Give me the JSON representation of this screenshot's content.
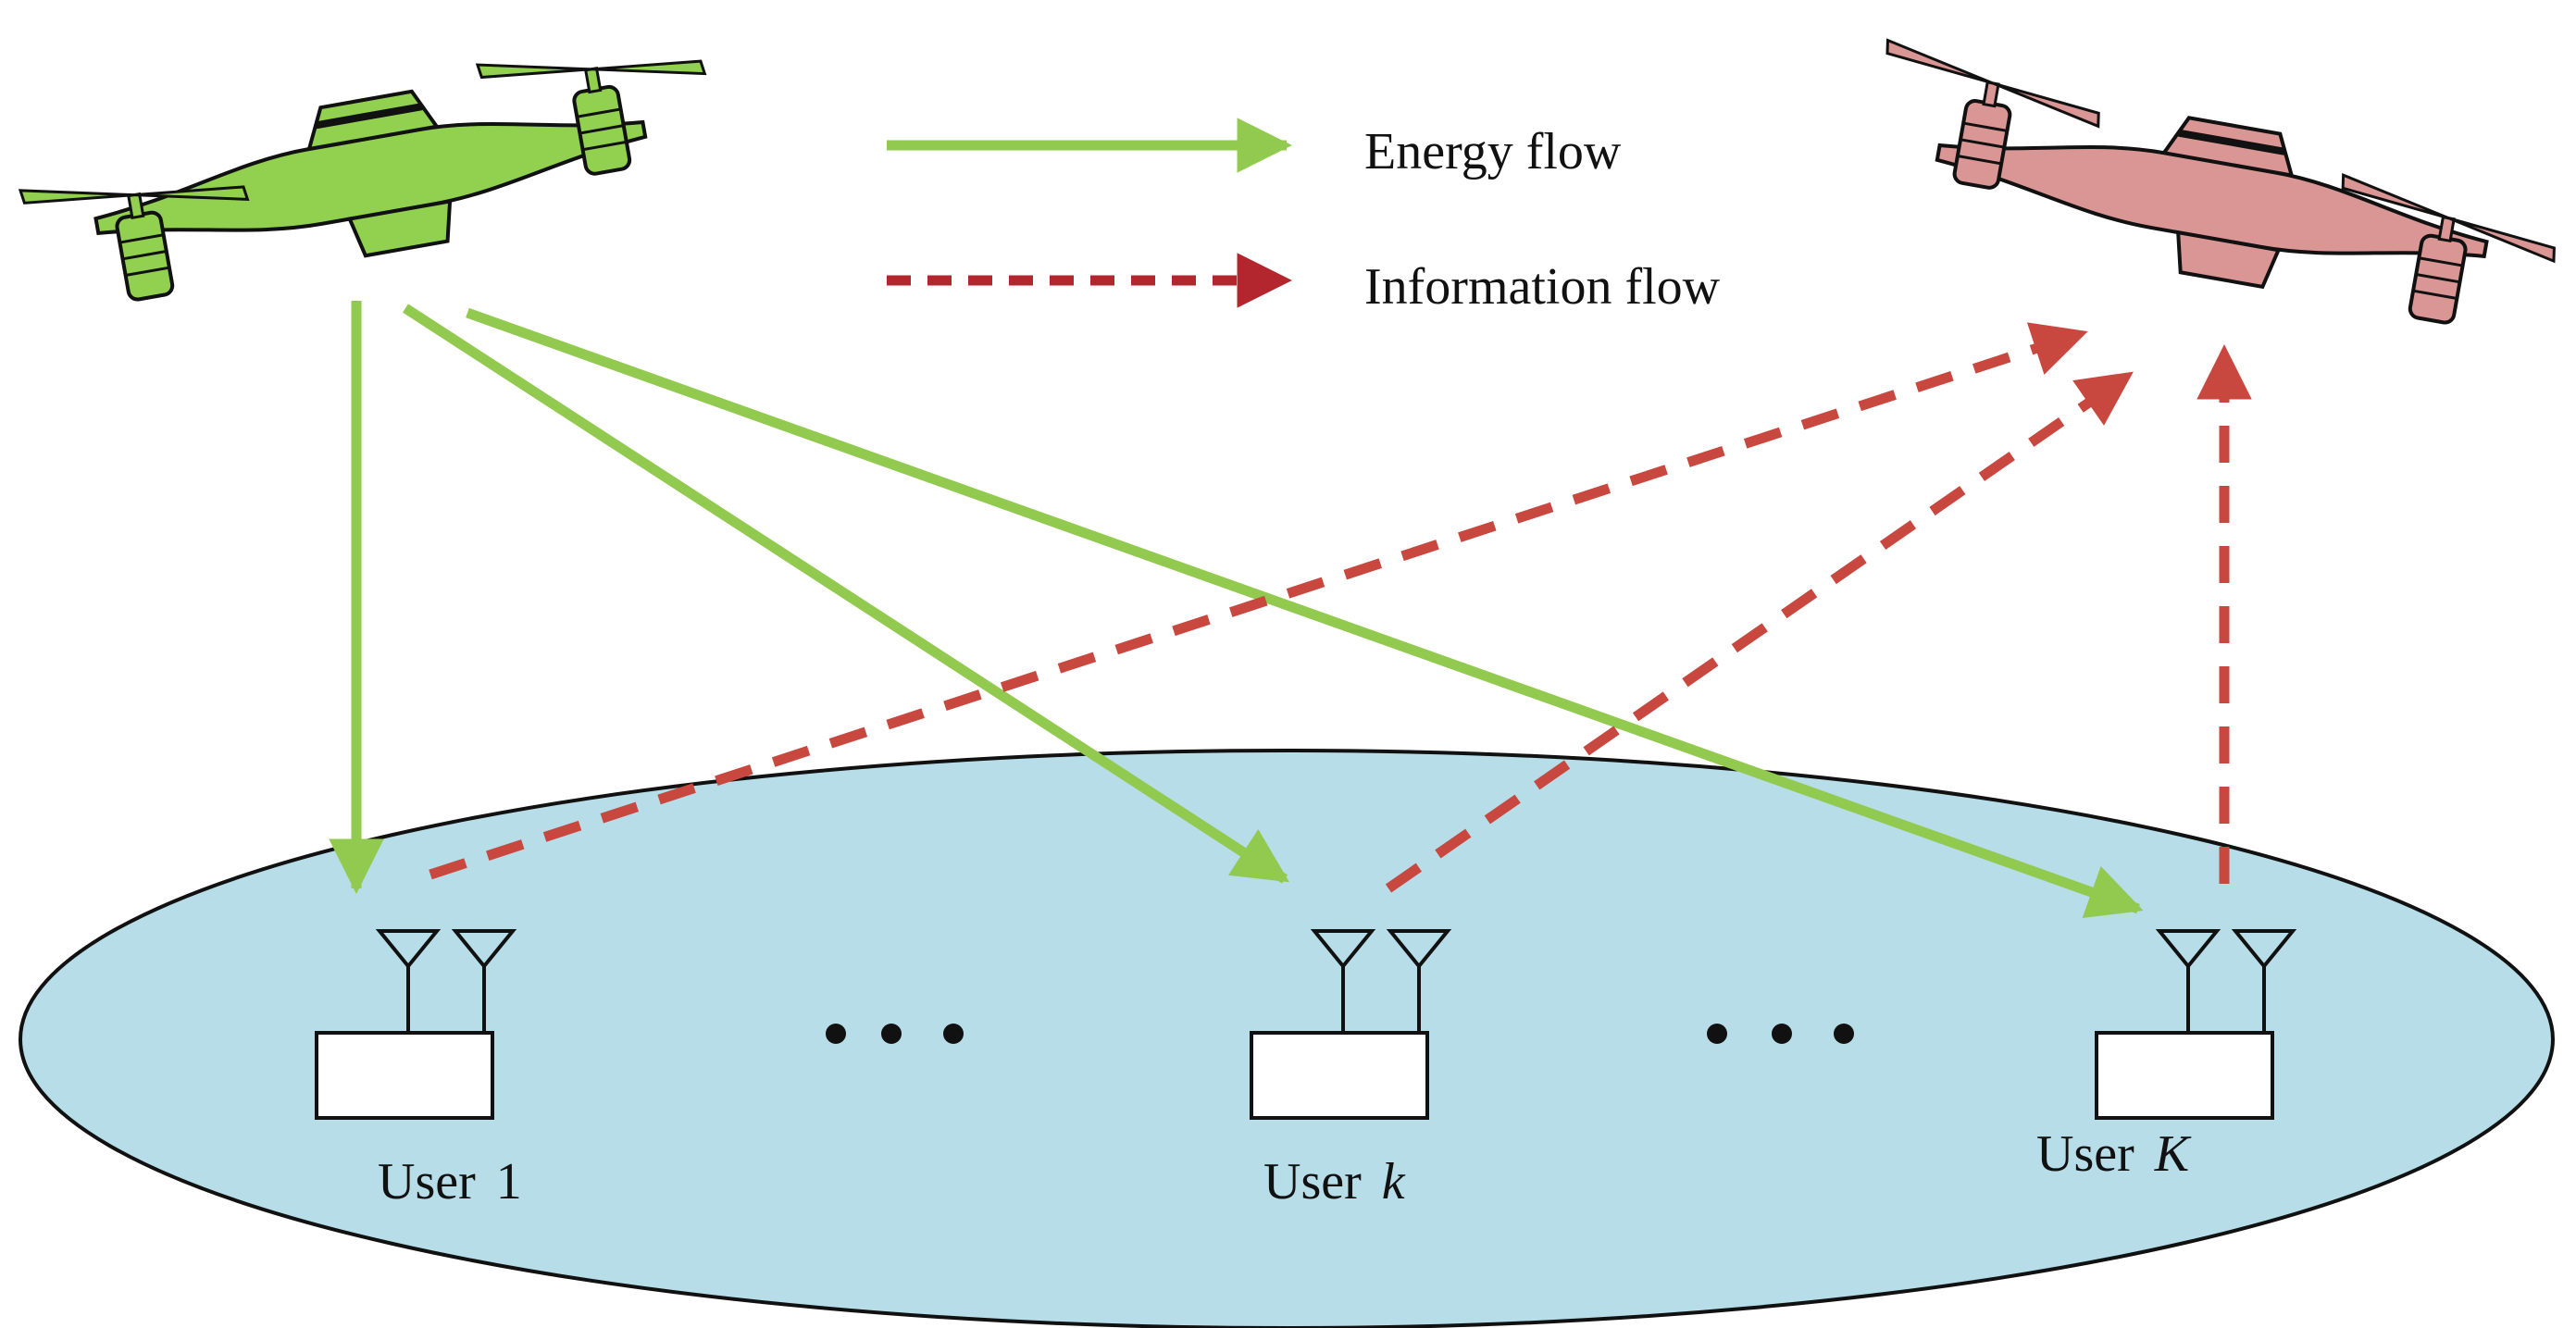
{
  "legend": {
    "energy_label": "Energy flow",
    "info_label": "Information flow"
  },
  "users": [
    {
      "label": "User",
      "index": "1"
    },
    {
      "label": "User",
      "index": "k"
    },
    {
      "label": "User",
      "index": "K"
    }
  ],
  "colors": {
    "energy": "#92c94f",
    "information": "#c8473f",
    "legend_information": "#b3262e",
    "ground": "#b6dde8",
    "energy_uav_body": "#92d050",
    "info_uav_body": "#d99694",
    "outline": "#111111"
  },
  "icons": {
    "energy_uav": "drone-icon",
    "info_uav": "drone-icon",
    "user_device": "dual-antenna-device-icon",
    "ellipsis": "ellipsis-icon"
  }
}
